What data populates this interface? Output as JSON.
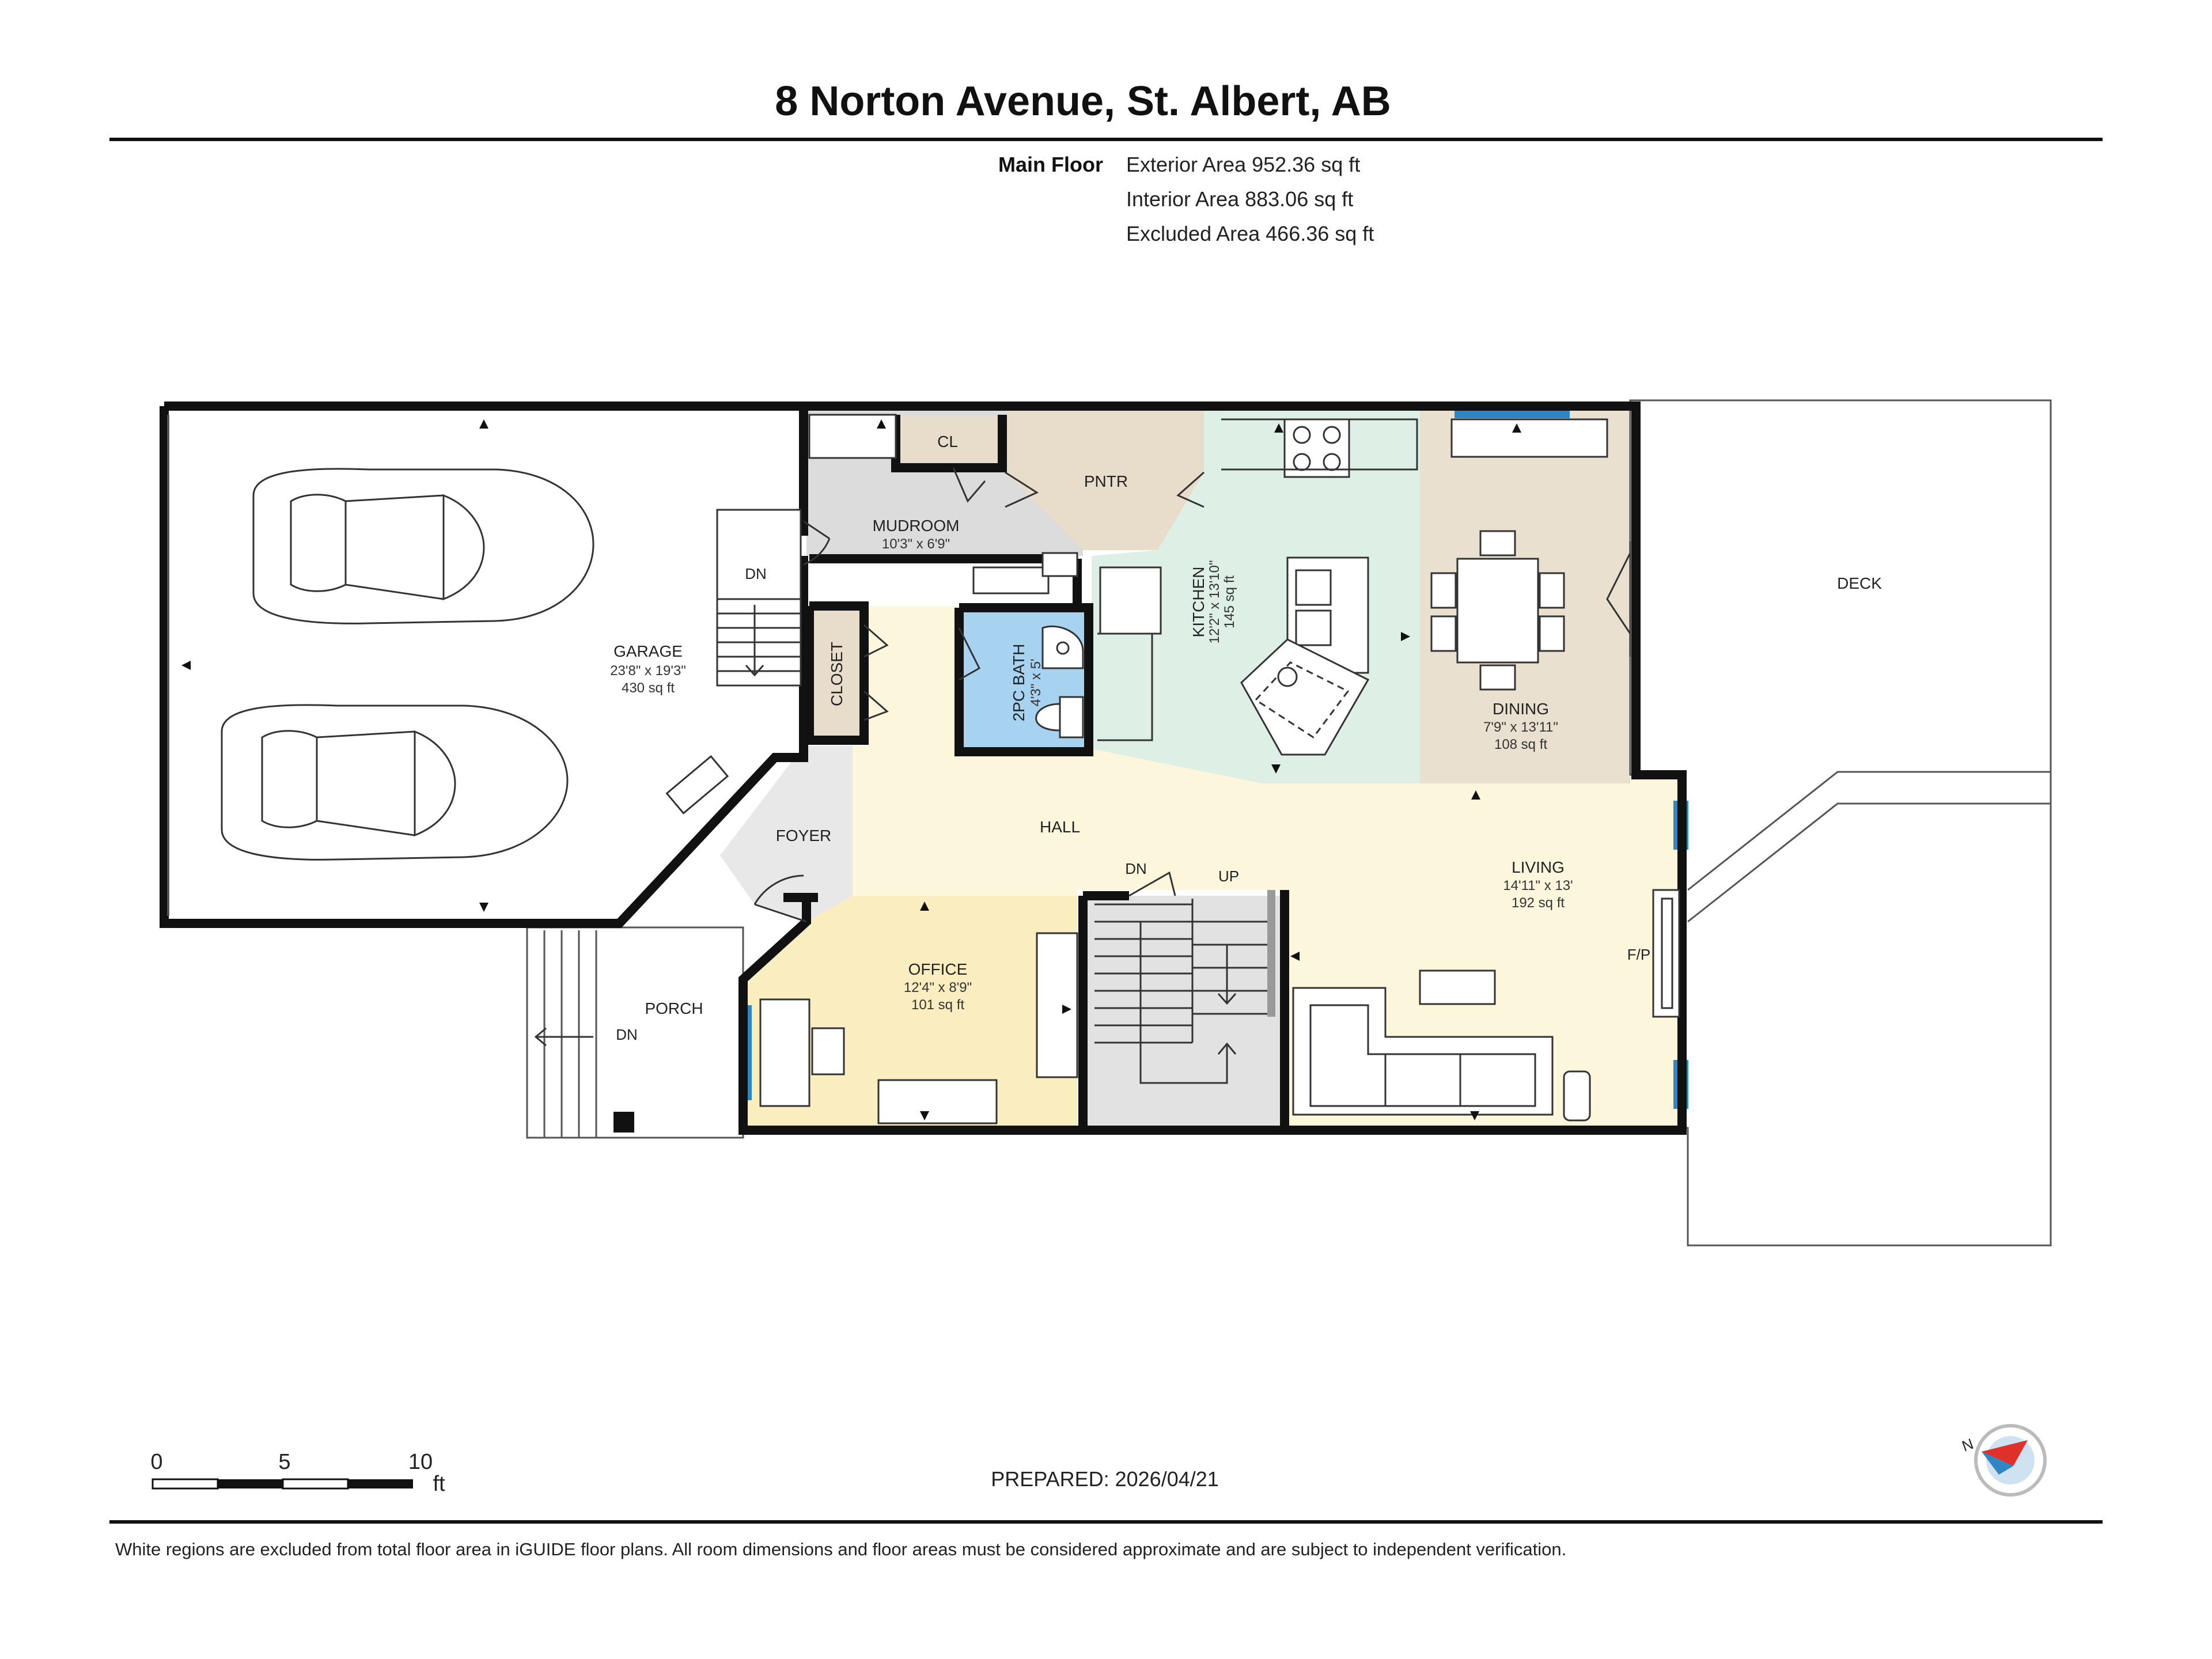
{
  "header": {
    "title": "8 Norton Avenue, St. Albert, AB",
    "floor_label": "Main Floor",
    "exterior_area": "Exterior Area 952.36 sq ft",
    "interior_area": "Interior Area 883.06 sq ft",
    "excluded_area": "Excluded Area 466.36 sq ft"
  },
  "rooms": {
    "garage": {
      "name": "GARAGE",
      "dims": "23'8\" x 19'3\"",
      "area": "430 sq ft"
    },
    "mudroom": {
      "name": "MUDROOM",
      "dims": "10'3\" x 6'9\""
    },
    "cl": {
      "name": "CL"
    },
    "pntr": {
      "name": "PNTR"
    },
    "kitchen": {
      "name": "KITCHEN",
      "dims": "12'2\" x 13'10\"",
      "area": "145 sq ft"
    },
    "dining": {
      "name": "DINING",
      "dims": "7'9\" x 13'11\"",
      "area": "108 sq ft"
    },
    "deck": {
      "name": "DECK"
    },
    "closet": {
      "name": "CLOSET"
    },
    "bath": {
      "name": "2PC BATH",
      "dims": "4'3\" x 5'"
    },
    "foyer": {
      "name": "FOYER"
    },
    "hall": {
      "name": "HALL"
    },
    "living": {
      "name": "LIVING",
      "dims": "14'11\" x 13'",
      "area": "192 sq ft"
    },
    "office": {
      "name": "OFFICE",
      "dims": "12'4\" x 8'9\"",
      "area": "101 sq ft"
    },
    "porch": {
      "name": "PORCH"
    }
  },
  "stairs": {
    "garage_dn": "DN",
    "porch_dn": "DN",
    "main_dn": "DN",
    "main_up": "UP"
  },
  "fireplace_label": "F/P",
  "scale_bar": {
    "labels": [
      "0",
      "5",
      "10"
    ],
    "unit": "ft"
  },
  "prepared": "PREPARED: 2026/04/21",
  "disclaimer": "White regions are excluded from total floor area in iGUIDE floor plans. All room dimensions and floor areas must be considered approximate and are subject to independent verification.",
  "colors": {
    "mudroom": "#dcdcdc",
    "pantry": "#e8dccb",
    "kitchen": "#def0e6",
    "dining": "#eae0cf",
    "hall": "#fbf6dc",
    "office": "#faeec0",
    "bath": "#a8d3f0",
    "closet": "#e8dccb",
    "stairs": "#dcdcdc",
    "window": "#2f86c4",
    "walls": "#111111"
  },
  "icons": [
    "car-icon",
    "compass-icon",
    "sink-icon",
    "stove-icon",
    "toilet-icon",
    "dining-table-icon",
    "sofa-icon",
    "desk-icon"
  ]
}
